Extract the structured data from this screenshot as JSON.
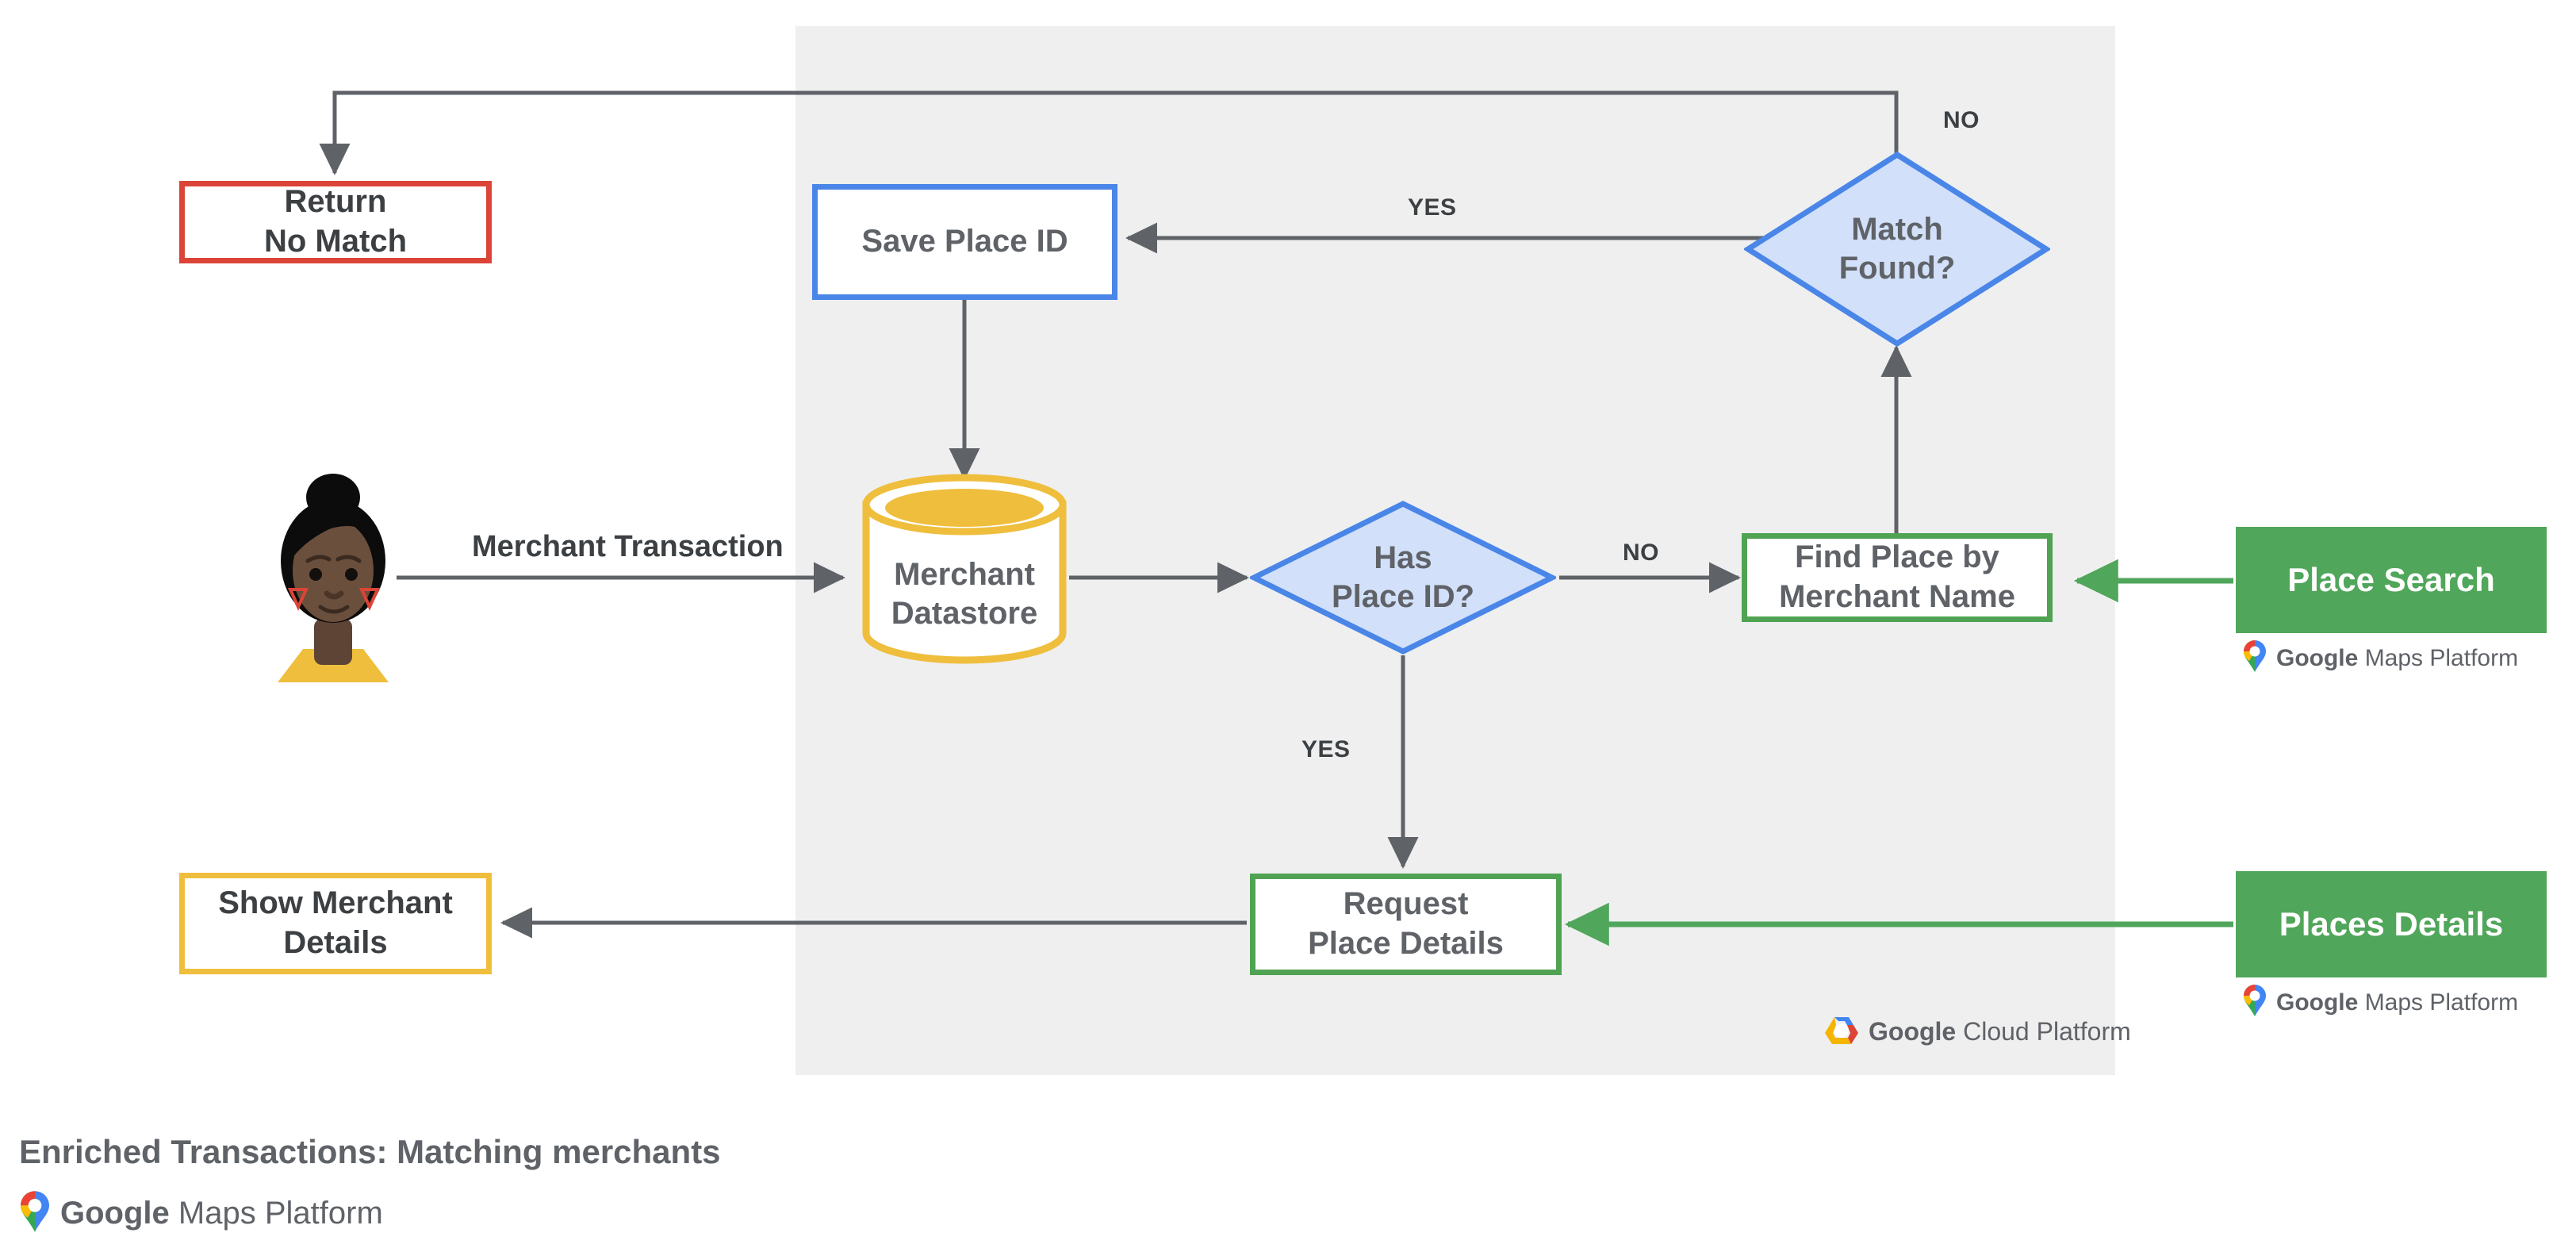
{
  "diagram": {
    "type": "flowchart",
    "caption": "Enriched Transactions: Matching merchants",
    "panel_label": "google-cloud-platform-region",
    "colors": {
      "panel_background": "#efefef",
      "red": "#DB4437",
      "blue": "#4a86e8",
      "blue_fill": "#d2e0f9",
      "green": "#4FA352",
      "green_solid": "#50A65A",
      "yellow": "#EFBE3D",
      "arrow_gray": "#5f6368",
      "text_gray": "#5f6368"
    },
    "nodes": {
      "return_no_match": {
        "label": "Return\nNo Match",
        "shape": "rect",
        "style": "red-outline"
      },
      "save_place_id": {
        "label": "Save Place ID",
        "shape": "rect",
        "style": "blue-outline"
      },
      "match_found": {
        "label": "Match\nFound?",
        "shape": "diamond",
        "style": "blue-fill"
      },
      "merchant_datastore": {
        "label": "Merchant\nDatastore",
        "shape": "cylinder",
        "style": "yellow-outline"
      },
      "has_place_id": {
        "label": "Has\nPlace ID?",
        "shape": "diamond",
        "style": "blue-fill"
      },
      "find_place_by_merchant_name": {
        "label": "Find Place by\nMerchant Name",
        "shape": "rect",
        "style": "green-outline"
      },
      "request_place_details": {
        "label": "Request\nPlace Details",
        "shape": "rect",
        "style": "green-outline"
      },
      "show_merchant_details": {
        "label": "Show Merchant\nDetails",
        "shape": "rect",
        "style": "yellow-outline"
      },
      "place_search": {
        "label": "Place Search",
        "shape": "rect",
        "style": "green-solid"
      },
      "places_details": {
        "label": "Places Details",
        "shape": "rect",
        "style": "green-solid"
      }
    },
    "edge_labels": {
      "merchant_transaction": "Merchant Transaction",
      "match_found_no": "NO",
      "match_found_yes": "YES",
      "has_place_id_no": "NO",
      "has_place_id_yes": "YES"
    },
    "brands": {
      "google_maps_platform": {
        "google": "Google",
        "suffix": "Maps Platform",
        "icon": "google-maps-pin-icon"
      },
      "google_cloud_platform": {
        "google": "Google",
        "suffix": "Cloud Platform",
        "icon": "google-cloud-hexagon-icon"
      }
    },
    "actor": {
      "name": "merchant-customer-avatar",
      "description": "illustrated person avatar"
    }
  }
}
